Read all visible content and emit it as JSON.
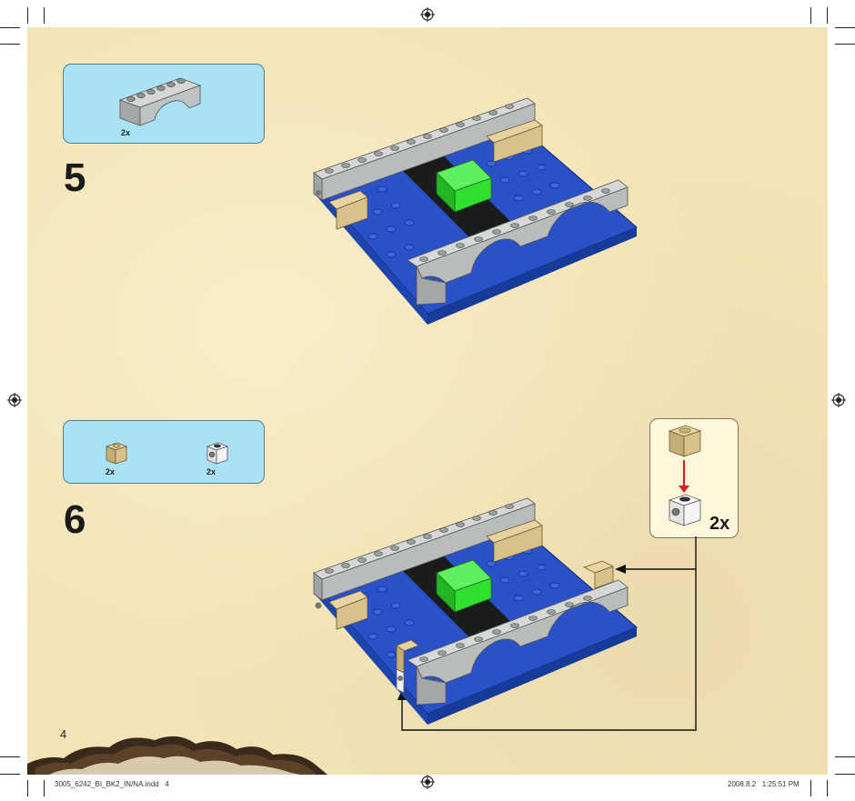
{
  "steps": [
    {
      "number": "5",
      "parts": [
        {
          "name": "light-gray arch 1x6",
          "qty": "2x"
        }
      ]
    },
    {
      "number": "6",
      "parts": [
        {
          "name": "tan brick 1x1",
          "qty": "2x"
        },
        {
          "name": "white brick 1x1 with hole",
          "qty": "2x"
        }
      ]
    }
  ],
  "callout": {
    "qty": "2x"
  },
  "page_number": "4",
  "slug": {
    "file": "3005_6242_BI_BK2_IN/NA.indd   4",
    "timestamp": "2008.8.2   1:25:51 PM"
  },
  "colors": {
    "paper": "#f3e3b6",
    "parts_box": "#a9e1f5",
    "baseplate_blue": "#2a52c8",
    "arch_gray": "#b8bcbc",
    "tan": "#d9c28a",
    "green": "#2fe02f",
    "black": "#1a1a1a",
    "arrow_red": "#d42020"
  }
}
